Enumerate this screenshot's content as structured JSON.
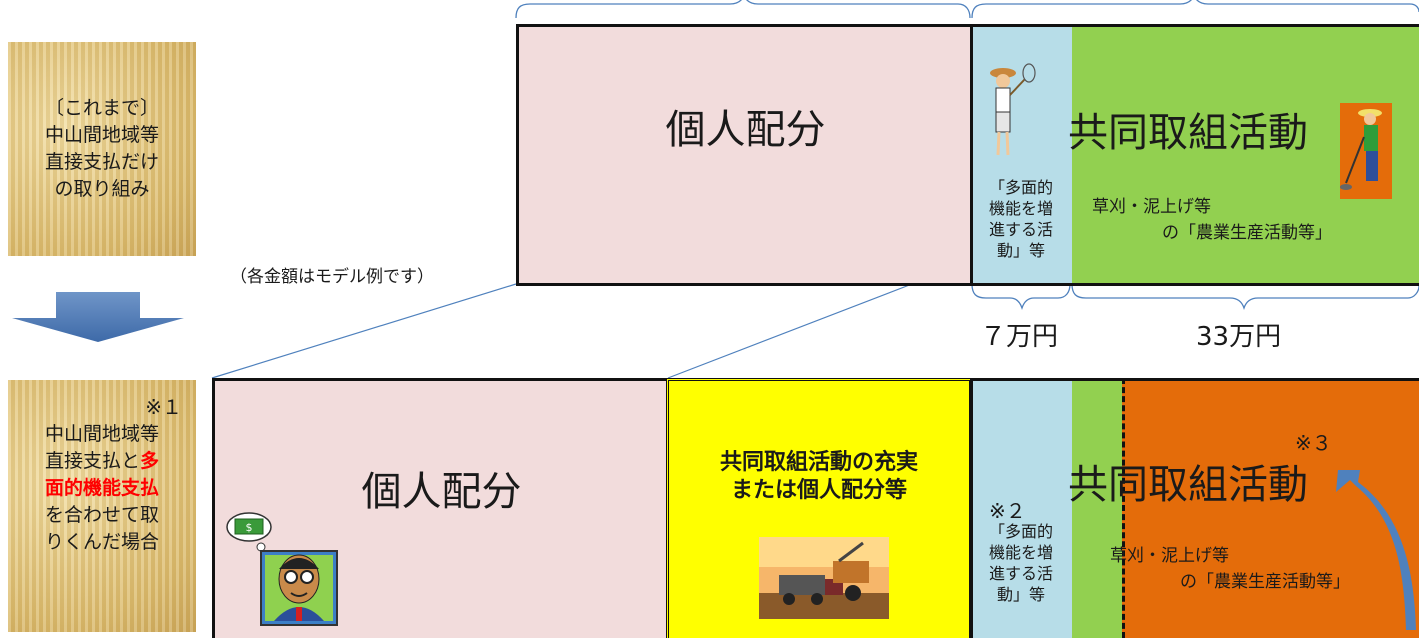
{
  "top": {
    "note_box": {
      "line1": "〔これまで〕",
      "line2": "中山間地域等",
      "line3": "直接支払だけ",
      "line4": "の取り組み"
    },
    "personal": "個人配分",
    "joint": "共同取組活動",
    "multi": [
      "「多面的",
      "機能を増",
      "進する活",
      "動」等"
    ],
    "farm": {
      "line1": "草刈・泥上げ等",
      "line2": "の「農業生産活動等」"
    },
    "amount_blue": "７万円",
    "amount_green": "33万円"
  },
  "note": "（各金額はモデル例です）",
  "bottom": {
    "note_box": {
      "mark": "※１",
      "line1": "中山間地域等",
      "line2a": "直接支払と",
      "line2b": "多",
      "line3": "面的機能支払",
      "line4": "を合わせて取",
      "line5": "りくんだ場合"
    },
    "personal": "個人配分",
    "yellow": {
      "line1": "共同取組活動の充実",
      "line2": "または個人配分等"
    },
    "joint": "共同取組活動",
    "mark2": "※２",
    "mark3": "※３",
    "multi": [
      "「多面的",
      "機能を増",
      "進する活",
      "動」等"
    ],
    "farm": {
      "line1": "草刈・泥上げ等",
      "line2": "の「農業生産活動等」"
    }
  },
  "colors": {
    "pink": "#f2dcdc",
    "lightblue": "#b7dde8",
    "green": "#92d050",
    "yellow": "#ffff00",
    "orange": "#e46c0a",
    "arrow": "#4f81bd",
    "red": "#ff0000"
  }
}
